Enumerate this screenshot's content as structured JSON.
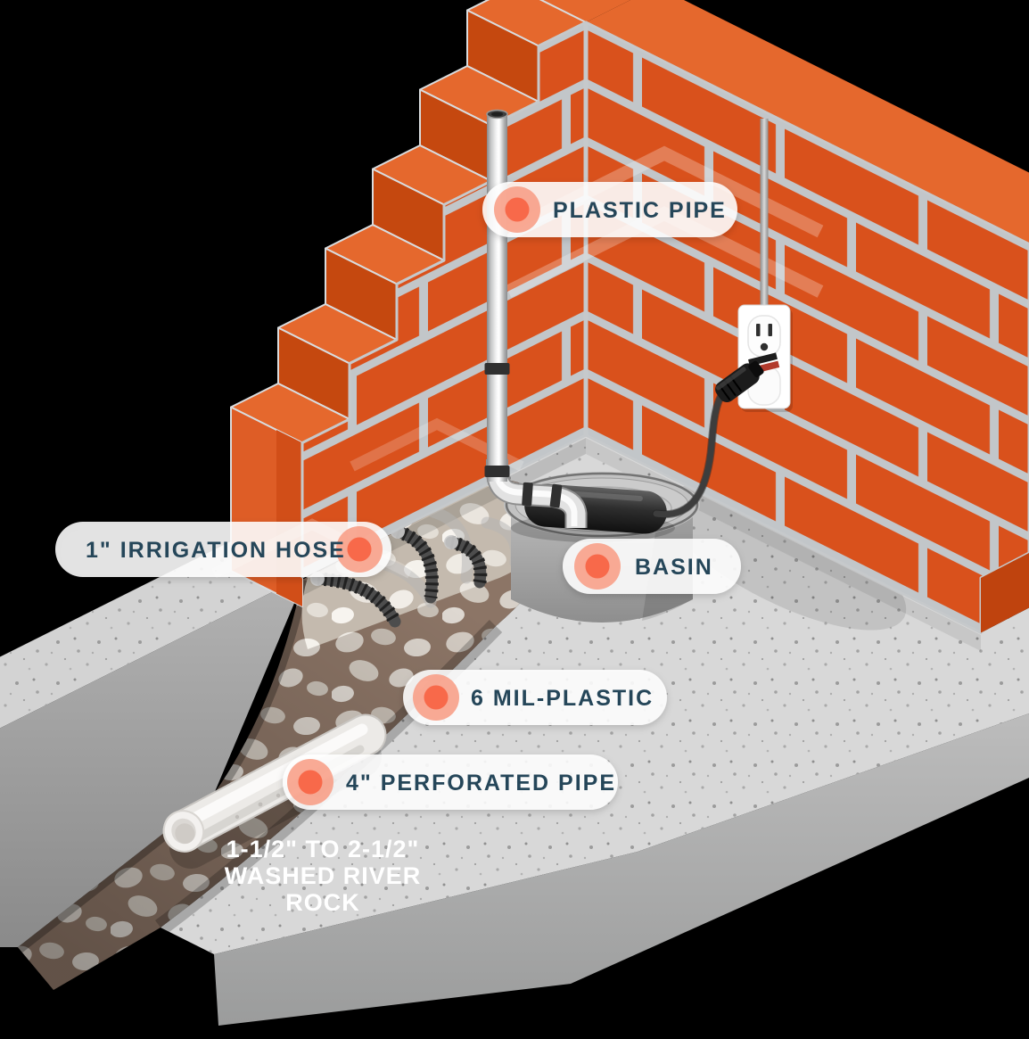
{
  "diagram": {
    "type": "sump-pump-drainage-cutaway-infographic",
    "labels": {
      "plastic_pipe": "PLASTIC PIPE",
      "irrigation_hose": "1\" IRRIGATION HOSE",
      "basin": "BASIN",
      "mil_plastic": "6 MIL-PLASTIC",
      "perforated_pipe": "4\" PERFORATED PIPE",
      "river_rock_line1": "1-1/2\" TO 2-1/2\"",
      "river_rock_line2": "WASHED RIVER",
      "river_rock_line3": "ROCK"
    },
    "colors": {
      "background": "#000000",
      "brick_face": "#D9511C",
      "brick_top": "#E5682D",
      "brick_side": "#C5480F",
      "mortar": "#C2C6C9",
      "concrete": "#D8D8D8",
      "river_rock_brown": "#8C7566",
      "plastic_rock_white": "#C4BAAE",
      "label_text": "#254659",
      "marker_dot_inner": "#F8694A",
      "marker_dot_outer": "#F89B82",
      "pill_background": "#FFFFFF",
      "pvc_pipe": "#ECEAE7",
      "pump_body": "#1E1E1E",
      "basin_gray": "#B6B6B6",
      "outlet_plate": "#FFFFFF",
      "outlet_stripe_red": "#B23A2C"
    }
  }
}
